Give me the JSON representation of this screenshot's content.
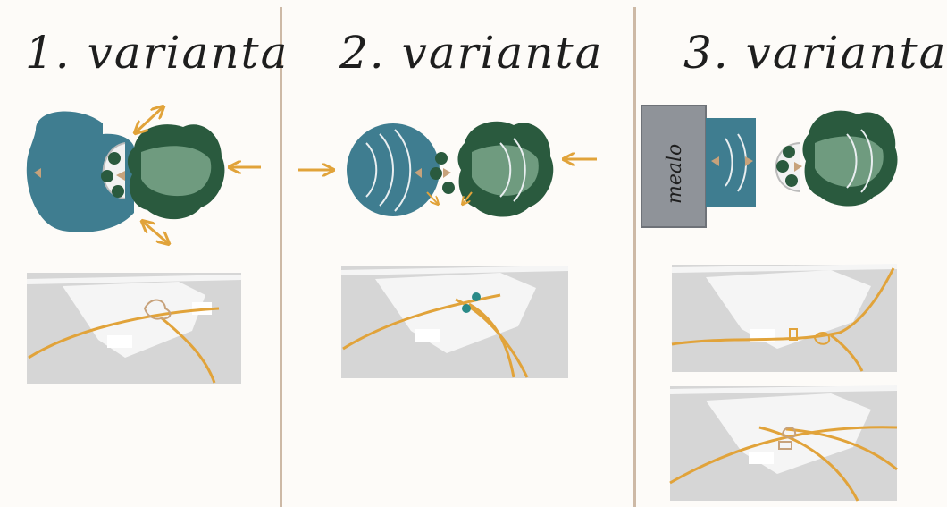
{
  "panels": [
    {
      "title": "1. varianta"
    },
    {
      "title": "2. varianta"
    },
    {
      "title": "3. varianta",
      "box_label": "mealo"
    }
  ],
  "colors": {
    "teal": "#3f7d90",
    "dark_green": "#2a5a3e",
    "light_green": "#6f9b7f",
    "orange": "#e1a33a",
    "tan": "#c7a27b",
    "gray_box": "#8f9399",
    "map_gray": "#d6d6d6",
    "map_white": "#f5f5f5",
    "divider": "#cdb9a6"
  }
}
